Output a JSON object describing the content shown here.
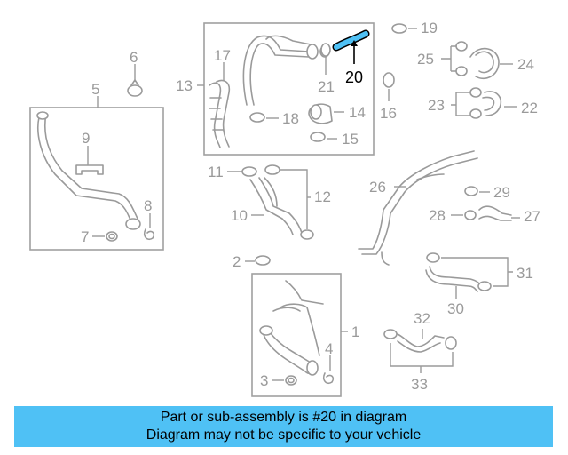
{
  "highlight": {
    "color": "#4fc1f5",
    "part": "20"
  },
  "callouts": {
    "c1": "1",
    "c2": "2",
    "c3": "3",
    "c4": "4",
    "c5": "5",
    "c6": "6",
    "c7": "7",
    "c8": "8",
    "c9": "9",
    "c10": "10",
    "c11": "11",
    "c12": "12",
    "c13": "13",
    "c14": "14",
    "c15": "15",
    "c16": "16",
    "c17": "17",
    "c18": "18",
    "c19": "19",
    "c20": "20",
    "c21": "21",
    "c22": "22",
    "c23": "23",
    "c24": "24",
    "c25": "25",
    "c26": "26",
    "c27": "27",
    "c28": "28",
    "c29": "29",
    "c30": "30",
    "c31": "31",
    "c32": "32",
    "c33": "33"
  },
  "banner": {
    "line1": "Part or sub-assembly is #20 in diagram",
    "line2": "Diagram may not be specific to your vehicle"
  }
}
